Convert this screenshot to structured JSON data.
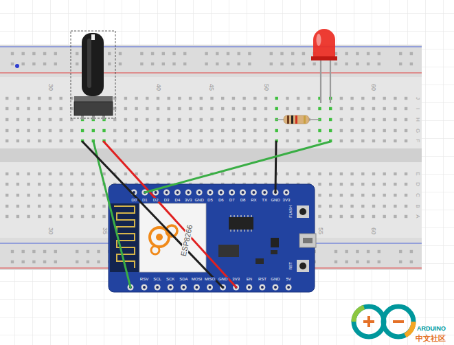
{
  "diagram": {
    "nodes": [
      {
        "text": [
          "D0",
          "D1",
          "D2",
          "D3",
          "D4",
          "3V3",
          "GND",
          "D5",
          "D6",
          "D7",
          "D8",
          "RX",
          "TX",
          "GND",
          "3V3",
          "ESP8266",
          "FLASH",
          "RST",
          "RSV",
          "SCL",
          "SCK",
          "SDA",
          "MOSI",
          "MISO",
          "GND",
          "3V3",
          "EN",
          "RST",
          "GND",
          "5V"
        ]
      }
    ],
    "labels": [
      "30",
      "40",
      "45",
      "50",
      "60",
      "30",
      "35",
      "55",
      "60",
      "J",
      "I",
      "H",
      "G",
      "F",
      "E",
      "D",
      "C",
      "B",
      "A",
      "ARDUINO",
      "中文社区"
    ]
  }
}
